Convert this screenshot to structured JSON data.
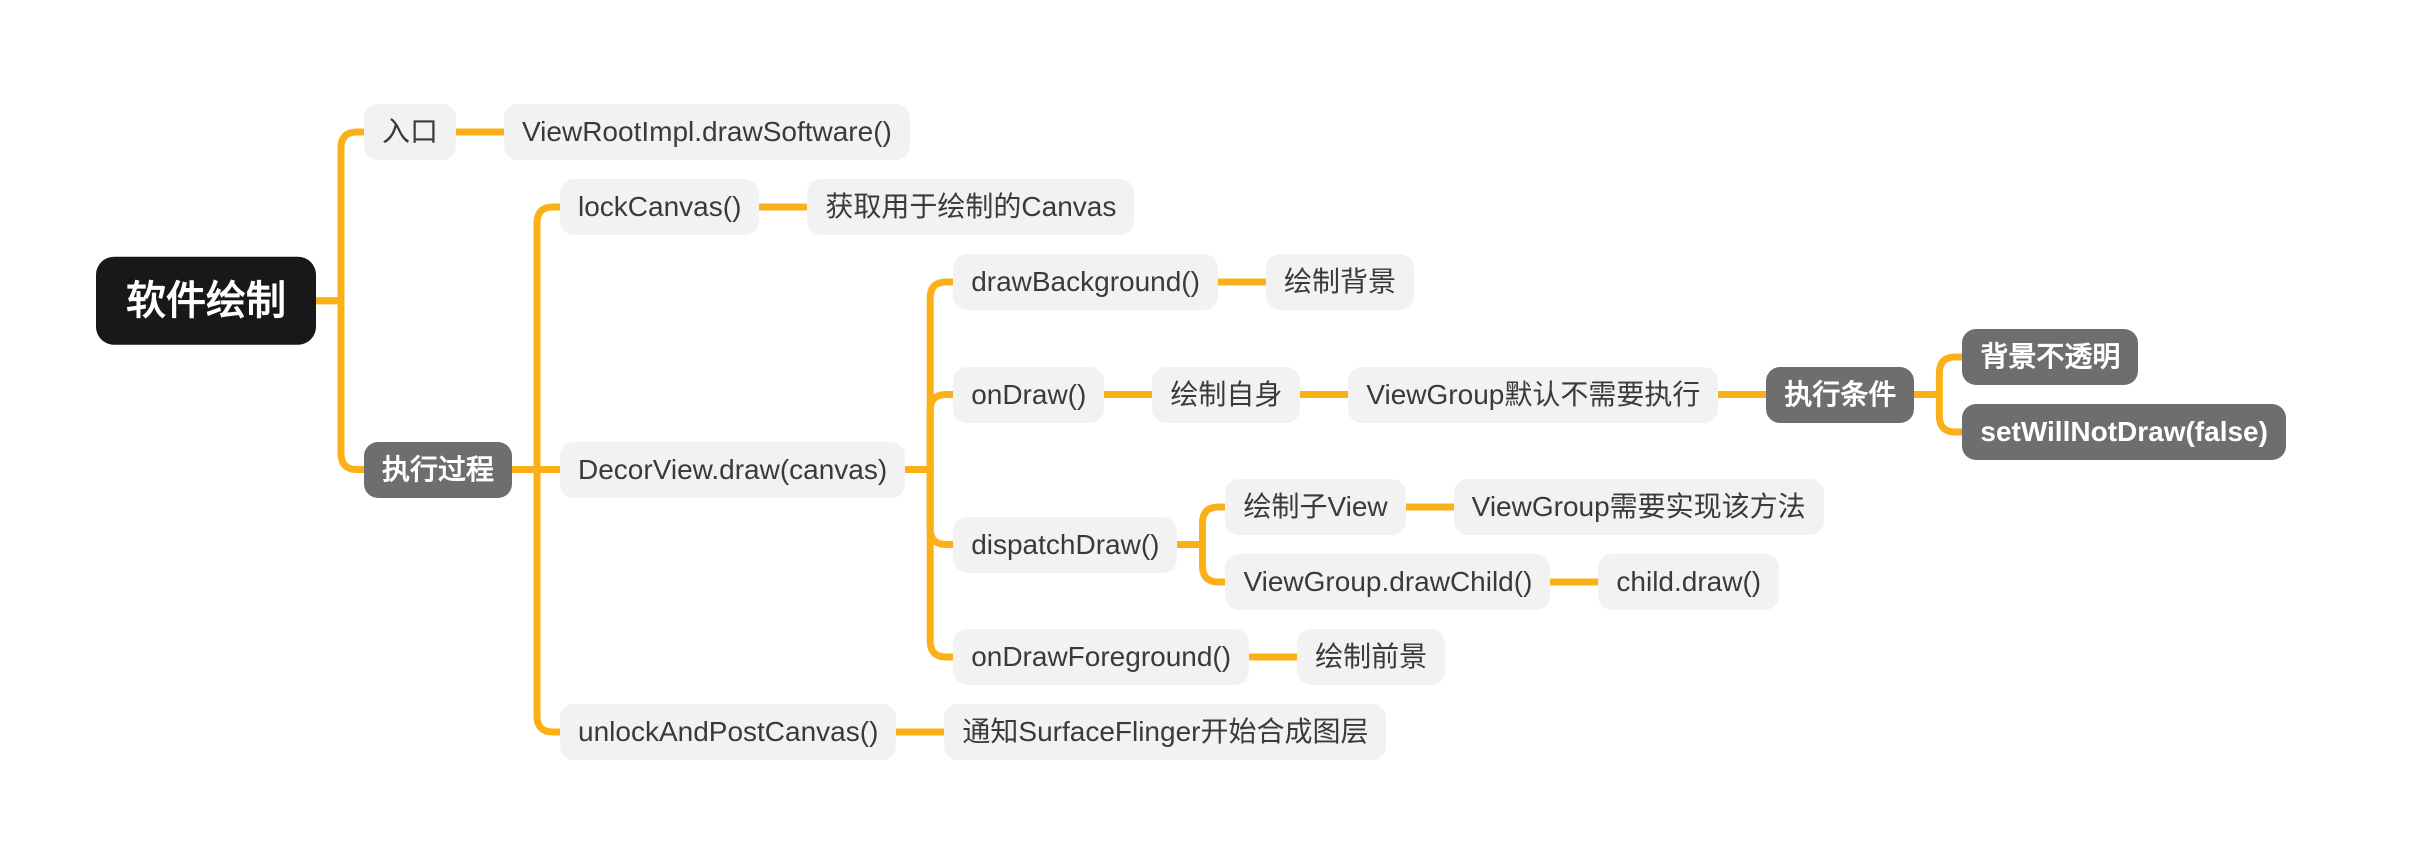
{
  "diagram": {
    "type": "mindmap",
    "palette": {
      "canvas_background": "#ffffff",
      "connector": "#fab016",
      "node_light_bg": "#f2f2f3",
      "node_light_text": "#3a3a3a",
      "node_dark_bg": "#6e6e6e",
      "node_dark_text": "#ffffff",
      "node_root_bg": "#17181a",
      "node_root_text": "#ffffff"
    },
    "root": {
      "label": "软件绘制",
      "style": "root",
      "children": [
        {
          "label": "入口",
          "style": "light",
          "children": [
            {
              "label": "ViewRootImpl.drawSoftware()",
              "style": "light",
              "children": []
            }
          ]
        },
        {
          "label": "执行过程",
          "style": "dark",
          "children": [
            {
              "label": "lockCanvas()",
              "style": "light",
              "children": [
                {
                  "label": "获取用于绘制的Canvas",
                  "style": "light",
                  "children": []
                }
              ]
            },
            {
              "label": "DecorView.draw(canvas)",
              "style": "light",
              "children": [
                {
                  "label": "drawBackground()",
                  "style": "light",
                  "children": [
                    {
                      "label": "绘制背景",
                      "style": "light",
                      "children": []
                    }
                  ]
                },
                {
                  "label": "onDraw()",
                  "style": "light",
                  "children": [
                    {
                      "label": "绘制自身",
                      "style": "light",
                      "children": [
                        {
                          "label": "ViewGroup默认不需要执行",
                          "style": "light",
                          "children": [
                            {
                              "label": "执行条件",
                              "style": "dark",
                              "children": [
                                {
                                  "label": "背景不透明",
                                  "style": "dark",
                                  "children": []
                                },
                                {
                                  "label": "setWillNotDraw(false)",
                                  "style": "dark",
                                  "children": []
                                }
                              ]
                            }
                          ]
                        }
                      ]
                    }
                  ]
                },
                {
                  "label": "dispatchDraw()",
                  "style": "light",
                  "children": [
                    {
                      "label": "绘制子View",
                      "style": "light",
                      "children": [
                        {
                          "label": "ViewGroup需要实现该方法",
                          "style": "light",
                          "children": []
                        }
                      ]
                    },
                    {
                      "label": "ViewGroup.drawChild()",
                      "style": "light",
                      "children": [
                        {
                          "label": "child.draw()",
                          "style": "light",
                          "children": []
                        }
                      ]
                    }
                  ]
                },
                {
                  "label": "onDrawForeground()",
                  "style": "light",
                  "children": [
                    {
                      "label": "绘制前景",
                      "style": "light",
                      "children": []
                    }
                  ]
                }
              ]
            },
            {
              "label": "unlockAndPostCanvas()",
              "style": "light",
              "children": [
                {
                  "label": "通知SurfaceFlinger开始合成图层",
                  "style": "light",
                  "children": []
                }
              ]
            }
          ]
        }
      ]
    }
  }
}
